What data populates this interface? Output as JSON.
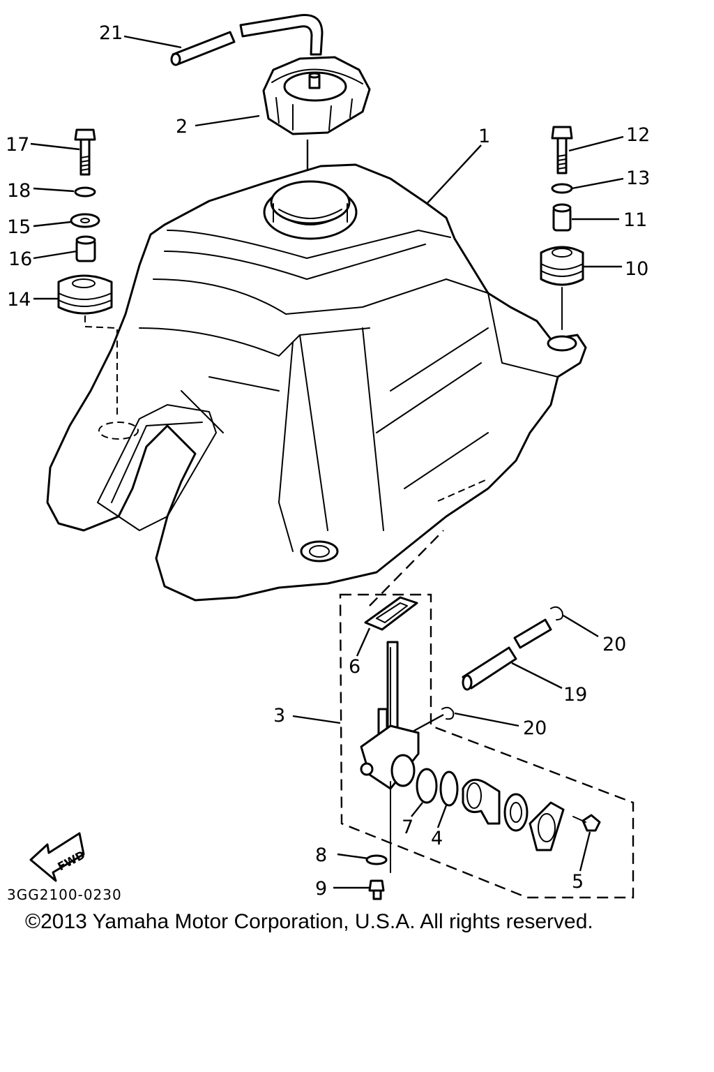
{
  "diagram": {
    "callouts": [
      {
        "id": "21",
        "label": "21"
      },
      {
        "id": "2",
        "label": "2"
      },
      {
        "id": "1",
        "label": "1"
      },
      {
        "id": "17",
        "label": "17"
      },
      {
        "id": "18",
        "label": "18"
      },
      {
        "id": "15",
        "label": "15"
      },
      {
        "id": "16",
        "label": "16"
      },
      {
        "id": "14",
        "label": "14"
      },
      {
        "id": "12",
        "label": "12"
      },
      {
        "id": "13",
        "label": "13"
      },
      {
        "id": "11",
        "label": "11"
      },
      {
        "id": "10",
        "label": "10"
      },
      {
        "id": "20a",
        "label": "20"
      },
      {
        "id": "6",
        "label": "6"
      },
      {
        "id": "19",
        "label": "19"
      },
      {
        "id": "3",
        "label": "3"
      },
      {
        "id": "20b",
        "label": "20"
      },
      {
        "id": "7",
        "label": "7"
      },
      {
        "id": "4",
        "label": "4"
      },
      {
        "id": "8",
        "label": "8"
      },
      {
        "id": "5",
        "label": "5"
      },
      {
        "id": "9",
        "label": "9"
      }
    ],
    "fwd_label": "FWD",
    "diagram_code": "3GG2100-0230",
    "copyright": "©2013 Yamaha Motor Corporation, U.S.A. All rights reserved."
  }
}
